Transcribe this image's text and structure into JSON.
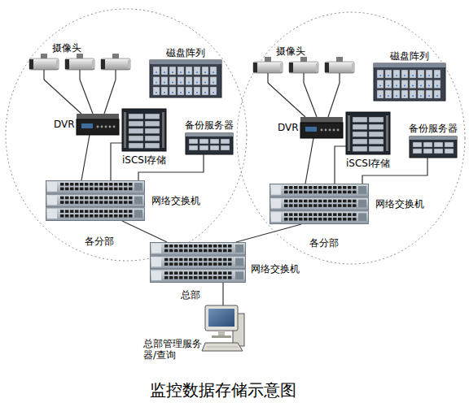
{
  "diagram": {
    "title": "监控数据存储示意图",
    "nodes": [
      {
        "text": [
          "各分部"
        ]
      },
      {
        "text": [
          "摄像头"
        ],
        "in": 0
      },
      {
        "text": [
          "磁盘阵列"
        ],
        "in": 0
      },
      {
        "text": [
          "DVR"
        ],
        "in": 0
      },
      {
        "text": [
          "iSCSI存储"
        ],
        "in": 0
      },
      {
        "text": [
          "备份服务器"
        ],
        "in": 0
      },
      {
        "text": [
          "网络交换机"
        ],
        "in": 0
      },
      {
        "text": [
          "各分部"
        ]
      },
      {
        "text": [
          "摄像头"
        ],
        "in": 7
      },
      {
        "text": [
          "磁盘阵列"
        ],
        "in": 7
      },
      {
        "text": [
          "DVR"
        ],
        "in": 7
      },
      {
        "text": [
          "iSCSI存储"
        ],
        "in": 7
      },
      {
        "text": [
          "备份服务器"
        ],
        "in": 7
      },
      {
        "text": [
          "网络交换机"
        ],
        "in": 7
      },
      {
        "text": [
          "网络交换机"
        ]
      },
      {
        "text": [
          "总部管理服务 器/查询"
        ]
      }
    ],
    "edges": [
      {
        "from": 1,
        "to": 3,
        "arrow": "none"
      },
      {
        "from": 3,
        "to": 6,
        "arrow": "none"
      },
      {
        "from": 4,
        "to": 6,
        "arrow": "none"
      },
      {
        "from": 5,
        "to": 6,
        "arrow": "none"
      },
      {
        "from": 8,
        "to": 10,
        "arrow": "none"
      },
      {
        "from": 10,
        "to": 13,
        "arrow": "none"
      },
      {
        "from": 11,
        "to": 13,
        "arrow": "none"
      },
      {
        "from": 12,
        "to": 13,
        "arrow": "none"
      },
      {
        "from": 6,
        "to": 14,
        "arrow": "none"
      },
      {
        "from": 13,
        "to": 14,
        "arrow": "none"
      },
      {
        "from": 14,
        "to": 15,
        "arrow": "none"
      }
    ],
    "labels": [
      "总部"
    ]
  }
}
